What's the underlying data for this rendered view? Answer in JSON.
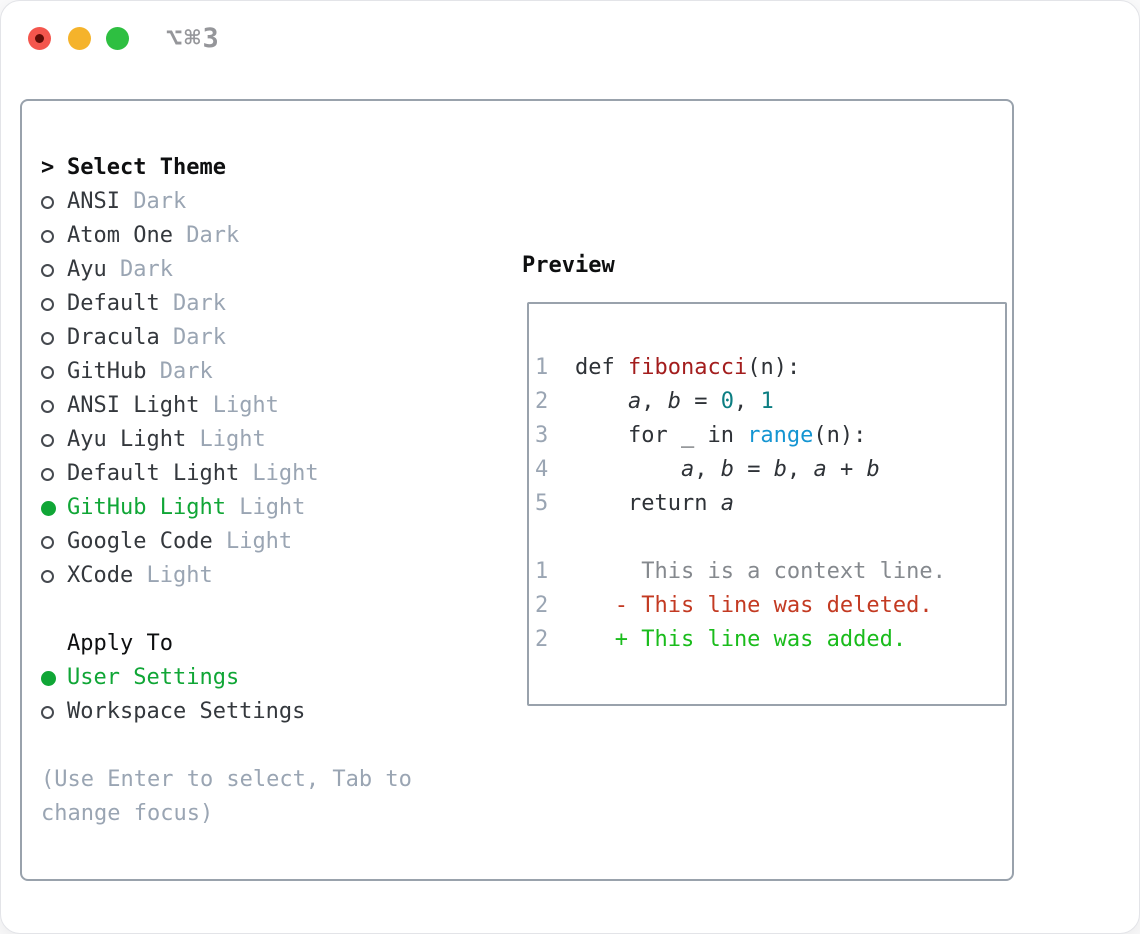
{
  "colors": {
    "text": "#34383d",
    "title-text": "#0e0f10",
    "muted": "#9aa5b3",
    "green": "#10a636",
    "border": "#99a2ac",
    "code": "#2e3237",
    "func": "#a31d1d",
    "numlit": "#0c7e82",
    "call": "#1495d2",
    "ctx": "#85898e",
    "del": "#c33a22",
    "add": "#1abc1c",
    "gutter": "#9aa5b3",
    "ring": "#464a50",
    "tl-red": "#f4564d",
    "tl-red-dot": "#600d07",
    "tl-yellow": "#f5b32b",
    "tl-green": "#2ebf41",
    "title-gray": "#95969a"
  },
  "window": {
    "title_shortcut": "⌥⌘3",
    "traffic_lights": [
      {
        "name": "close",
        "color_key": "tl-red"
      },
      {
        "name": "minimize",
        "color_key": "tl-yellow"
      },
      {
        "name": "maximize",
        "color_key": "tl-green"
      }
    ]
  },
  "theme_panel": {
    "cursor": ">",
    "title": "Select Theme",
    "themes": [
      {
        "name": "ANSI",
        "variant": "Dark",
        "selected": false
      },
      {
        "name": "Atom One",
        "variant": "Dark",
        "selected": false
      },
      {
        "name": "Ayu",
        "variant": "Dark",
        "selected": false
      },
      {
        "name": "Default",
        "variant": "Dark",
        "selected": false
      },
      {
        "name": "Dracula",
        "variant": "Dark",
        "selected": false
      },
      {
        "name": "GitHub",
        "variant": "Dark",
        "selected": false
      },
      {
        "name": "ANSI Light",
        "variant": "Light",
        "selected": false
      },
      {
        "name": "Ayu Light",
        "variant": "Light",
        "selected": false
      },
      {
        "name": "Default Light",
        "variant": "Light",
        "selected": false
      },
      {
        "name": "GitHub Light",
        "variant": "Light",
        "selected": true
      },
      {
        "name": "Google Code",
        "variant": "Light",
        "selected": false
      },
      {
        "name": "XCode",
        "variant": "Light",
        "selected": false
      }
    ],
    "apply_to": {
      "title": "Apply To",
      "options": [
        {
          "name": "User Settings",
          "selected": true
        },
        {
          "name": "Workspace Settings",
          "selected": false
        }
      ]
    },
    "help_lines": [
      "(Use Enter to select, Tab to",
      "change focus)"
    ]
  },
  "preview": {
    "title": "Preview",
    "lines": [
      {
        "num": "1",
        "segments": [
          {
            "t": "def ",
            "c": "code"
          },
          {
            "t": "fibonacci",
            "c": "func"
          },
          {
            "t": "(n):",
            "c": "code"
          }
        ]
      },
      {
        "num": "2",
        "segments": [
          {
            "t": "    ",
            "c": "code"
          },
          {
            "t": "a",
            "c": "var"
          },
          {
            "t": ", ",
            "c": "code"
          },
          {
            "t": "b",
            "c": "var"
          },
          {
            "t": " = ",
            "c": "code"
          },
          {
            "t": "0",
            "c": "numlit"
          },
          {
            "t": ", ",
            "c": "code"
          },
          {
            "t": "1",
            "c": "numlit"
          }
        ]
      },
      {
        "num": "3",
        "segments": [
          {
            "t": "    for _ in ",
            "c": "code"
          },
          {
            "t": "range",
            "c": "call"
          },
          {
            "t": "(n):",
            "c": "code"
          }
        ]
      },
      {
        "num": "4",
        "segments": [
          {
            "t": "        ",
            "c": "code"
          },
          {
            "t": "a",
            "c": "var"
          },
          {
            "t": ", ",
            "c": "code"
          },
          {
            "t": "b",
            "c": "var"
          },
          {
            "t": " = ",
            "c": "code"
          },
          {
            "t": "b",
            "c": "var"
          },
          {
            "t": ", ",
            "c": "code"
          },
          {
            "t": "a",
            "c": "var"
          },
          {
            "t": " + ",
            "c": "code"
          },
          {
            "t": "b",
            "c": "var"
          }
        ]
      },
      {
        "num": "5",
        "segments": [
          {
            "t": "    return ",
            "c": "code"
          },
          {
            "t": "a",
            "c": "var"
          }
        ]
      },
      {
        "num": "",
        "segments": []
      },
      {
        "num": "1",
        "segments": [
          {
            "t": "     This is a context line.",
            "c": "ctx"
          }
        ]
      },
      {
        "num": "2",
        "segments": [
          {
            "t": "   - This line was deleted.",
            "c": "del"
          }
        ]
      },
      {
        "num": "2",
        "segments": [
          {
            "t": "   + This line was added.",
            "c": "add"
          }
        ]
      }
    ]
  }
}
